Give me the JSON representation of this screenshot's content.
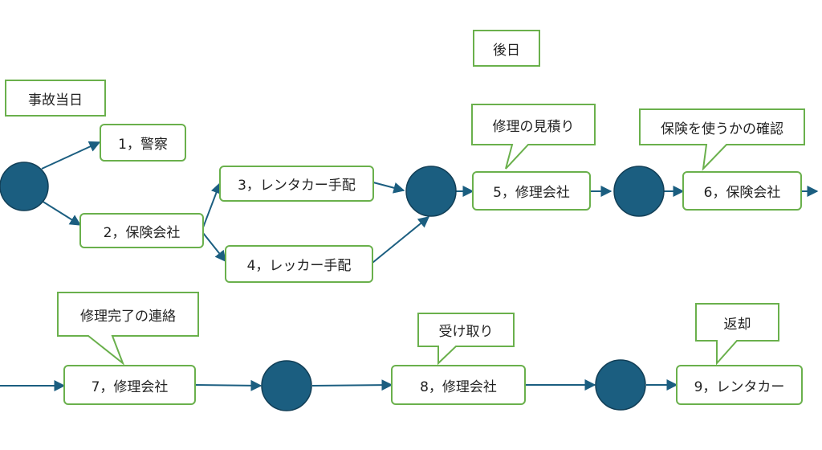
{
  "labels": {
    "day_of_accident": "事故当日",
    "later": "後日"
  },
  "steps": {
    "s1": "1，警察",
    "s2": "2，保険会社",
    "s3": "3，レンタカー手配",
    "s4": "4，レッカー手配",
    "s5": "5，修理会社",
    "s6": "6，保険会社",
    "s7": "7，修理会社",
    "s8": "8，修理会社",
    "s9": "9，レンタカー"
  },
  "callouts": {
    "c5": "修理の見積り",
    "c6": "保険を使うかの確認",
    "c7": "修理完了の連絡",
    "c8": "受け取り",
    "c9": "返却"
  },
  "colors": {
    "box_border": "#6ab04c",
    "node_fill": "#1b5e80",
    "node_stroke": "#123f57",
    "arrow": "#1b5e80"
  }
}
